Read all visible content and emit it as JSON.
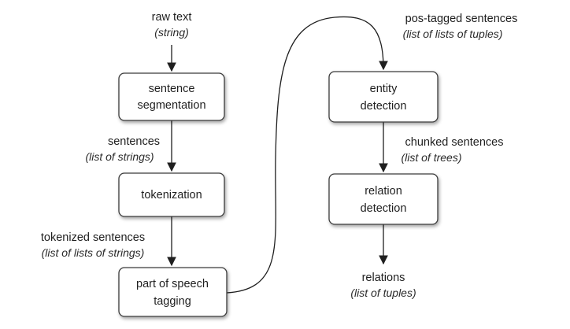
{
  "boxes": {
    "sentence_segmentation": {
      "line1": "sentence",
      "line2": "segmentation"
    },
    "tokenization": {
      "line1": "tokenization"
    },
    "pos_tagging": {
      "line1": "part of speech",
      "line2": "tagging"
    },
    "entity_detection": {
      "line1": "entity",
      "line2": "detection"
    },
    "relation_detection": {
      "line1": "relation",
      "line2": "detection"
    }
  },
  "labels": {
    "raw_text": {
      "main": "raw text",
      "type": "(string)"
    },
    "sentences": {
      "main": "sentences",
      "type": "(list of strings)"
    },
    "tokenized_sentences": {
      "main": "tokenized sentences",
      "type": "(list of lists of strings)"
    },
    "pos_tagged_sentences": {
      "main": "pos-tagged sentences",
      "type": "(list of lists of tuples)"
    },
    "chunked_sentences": {
      "main": "chunked sentences",
      "type": "(list of trees)"
    },
    "relations": {
      "main": "relations",
      "type": "(list of tuples)"
    }
  },
  "colors": {
    "stroke": "#3a3a3a",
    "text": "#1f1f1f",
    "box_fill": "#ffffff"
  }
}
